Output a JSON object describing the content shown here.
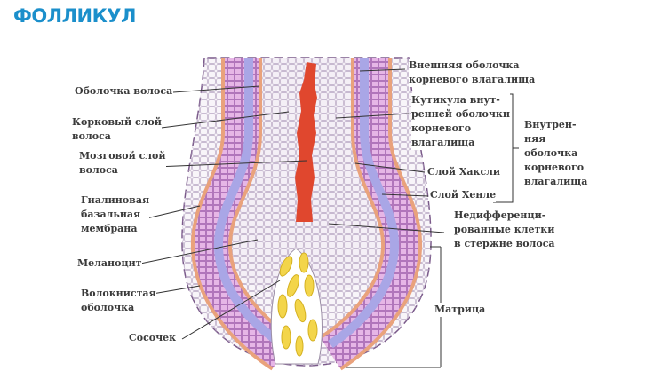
{
  "title": "ФОЛЛИКУЛ",
  "labels": {
    "hair_sheath": [
      "Оболочка волоса"
    ],
    "cortex": [
      "Корковый слой",
      "волоса"
    ],
    "medulla": [
      "Мозговой слой",
      "волоса"
    ],
    "basal_membrane": [
      "Гиалиновая",
      "базальная",
      "мембрана"
    ],
    "melanocyte": [
      "Меланоцит"
    ],
    "fibrous_sheath": [
      "Волокнистая",
      "оболочка"
    ],
    "papilla": [
      "Сосочек"
    ],
    "outer_root_sheath": [
      "Внешняя оболочка",
      "корневого влагалища"
    ],
    "cuticle": [
      "Кутикула внут-",
      "ренней оболочки",
      "корневого",
      "влагалища"
    ],
    "huxley": [
      "Слой Хаксли"
    ],
    "henle": [
      "Слой Хенле"
    ],
    "undifferentiated": [
      "Недифференци-",
      "рованные клетки",
      "в стержне волоса"
    ],
    "matrix": [
      "Матрица"
    ],
    "inner_root_sheath": [
      "Внутрен-",
      "няя",
      "оболочка",
      "корневого",
      "влагалища"
    ]
  },
  "colors": {
    "title": "#1b8fcb",
    "hair_shaft": "#e0472e",
    "orange_layer": "#e9a27c",
    "pink_layer": "#e6b6e6",
    "blue_layer": "#a9a6e6",
    "papilla_cells": "#f3d54a"
  }
}
